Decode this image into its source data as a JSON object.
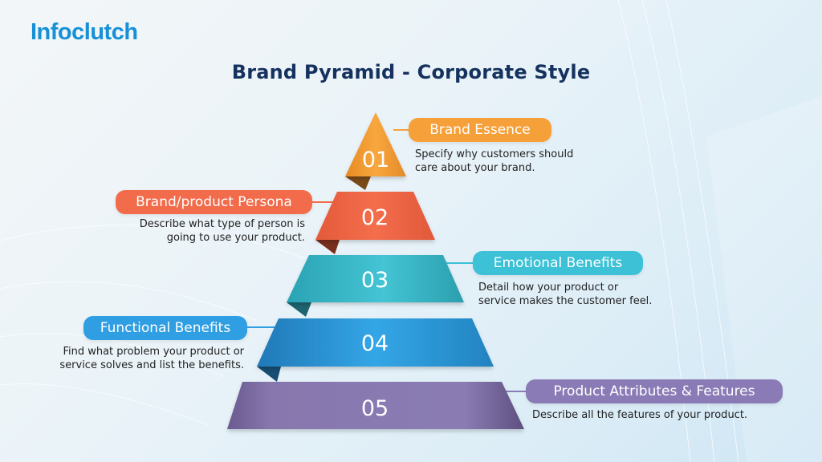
{
  "brand": {
    "logo_text": "Infoclutch",
    "logo_color": "#1690d6"
  },
  "header": {
    "title": "Brand Pyramid - Corporate Style"
  },
  "pyramid": {
    "tiers": [
      {
        "number": "01",
        "label": "Brand Essence",
        "description_lines": [
          "Specify why customers should",
          "care about your brand."
        ],
        "color": "#f6a039",
        "side": "right"
      },
      {
        "number": "02",
        "label": "Brand/product Persona",
        "description_lines": [
          "Describe what type of person is",
          "going to use your product."
        ],
        "color": "#f26b4b",
        "side": "left"
      },
      {
        "number": "03",
        "label": "Emotional Benefits",
        "description_lines": [
          "Detail how your product or",
          "service makes the customer feel."
        ],
        "color": "#3cc1d6",
        "side": "right"
      },
      {
        "number": "04",
        "label": "Functional Benefits",
        "description_lines": [
          "Find what problem your product or",
          "service solves and list the benefits."
        ],
        "color": "#2f9ee2",
        "side": "left"
      },
      {
        "number": "05",
        "label": "Product Attributes & Features",
        "description_lines": [
          "Describe all the features of your product."
        ],
        "color": "#8a7bb6",
        "side": "right"
      }
    ]
  }
}
